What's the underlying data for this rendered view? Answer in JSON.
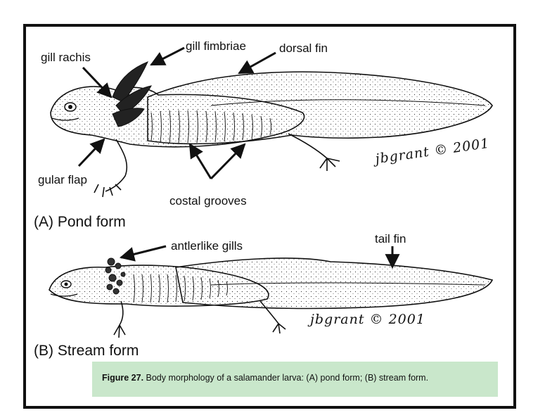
{
  "labels": {
    "gill_rachis": "gill rachis",
    "gill_fimbriae": "gill fimbriae",
    "dorsal_fin": "dorsal fin",
    "gular_flap": "gular flap",
    "costal_grooves": "costal grooves",
    "antlerlike_gills": "antlerlike gills",
    "tail_fin": "tail fin"
  },
  "forms": {
    "a": "(A) Pond form",
    "b": "(B) Stream form"
  },
  "signatures": {
    "a": "jbgrant © 2001",
    "b": "jbgrant © 2001"
  },
  "caption": {
    "label": "Figure 27.",
    "text": " Body morphology of a salamander larva: (A) pond form; (B) stream form."
  }
}
